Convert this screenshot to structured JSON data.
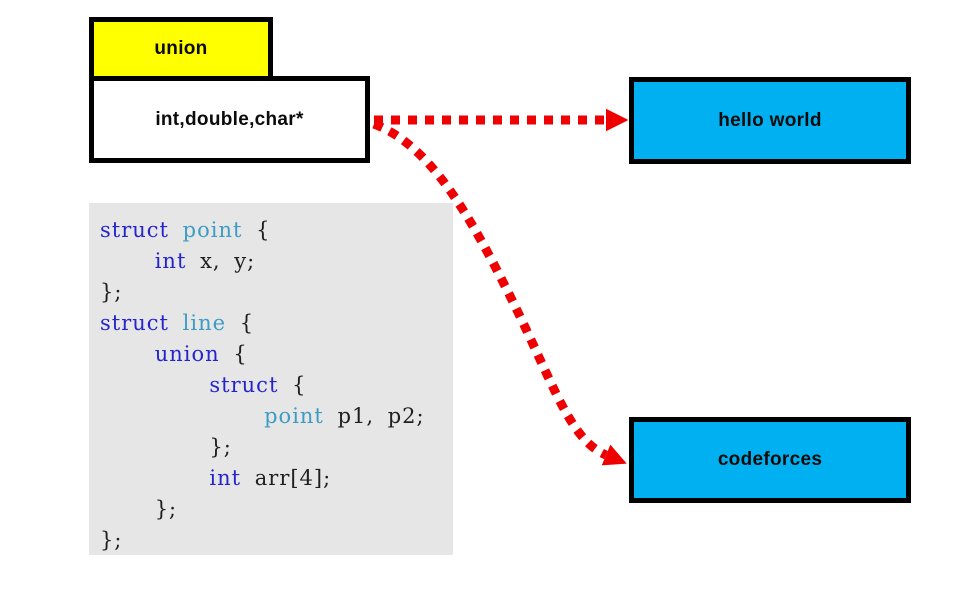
{
  "colors": {
    "yellow": "#ffff00",
    "cyan": "#00b0f0",
    "red": "#ee0000",
    "code_bg": "#e6e6e6",
    "keyword": "#2525cd",
    "type": "#3d9cc3",
    "plain": "#1f1f1f"
  },
  "diagram": {
    "union_tab_label": "union",
    "members_box_label": "int,double,char*",
    "target_top_label": "hello world",
    "target_bottom_label": "codeforces"
  },
  "code": {
    "lines": [
      [
        {
          "text": "struct",
          "type": "keyword"
        },
        {
          "text": " ",
          "type": "plain"
        },
        {
          "text": "point",
          "type": "type"
        },
        {
          "text": " {",
          "type": "plain"
        }
      ],
      [
        {
          "text": "    ",
          "type": "plain"
        },
        {
          "text": "int",
          "type": "keyword"
        },
        {
          "text": " x, y;",
          "type": "plain"
        }
      ],
      [
        {
          "text": "};",
          "type": "plain"
        }
      ],
      [
        {
          "text": "struct",
          "type": "keyword"
        },
        {
          "text": " ",
          "type": "plain"
        },
        {
          "text": "line",
          "type": "type"
        },
        {
          "text": " {",
          "type": "plain"
        }
      ],
      [
        {
          "text": "    ",
          "type": "plain"
        },
        {
          "text": "union",
          "type": "keyword"
        },
        {
          "text": " {",
          "type": "plain"
        }
      ],
      [
        {
          "text": "        ",
          "type": "plain"
        },
        {
          "text": "struct",
          "type": "keyword"
        },
        {
          "text": " {",
          "type": "plain"
        }
      ],
      [
        {
          "text": "            ",
          "type": "plain"
        },
        {
          "text": "point",
          "type": "type"
        },
        {
          "text": " p1, p2;",
          "type": "plain"
        }
      ],
      [
        {
          "text": "        };",
          "type": "plain"
        }
      ],
      [
        {
          "text": "        ",
          "type": "plain"
        },
        {
          "text": "int",
          "type": "keyword"
        },
        {
          "text": " arr[4];",
          "type": "plain"
        }
      ],
      [
        {
          "text": "    };",
          "type": "plain"
        }
      ],
      [
        {
          "text": "};",
          "type": "plain"
        }
      ]
    ]
  }
}
